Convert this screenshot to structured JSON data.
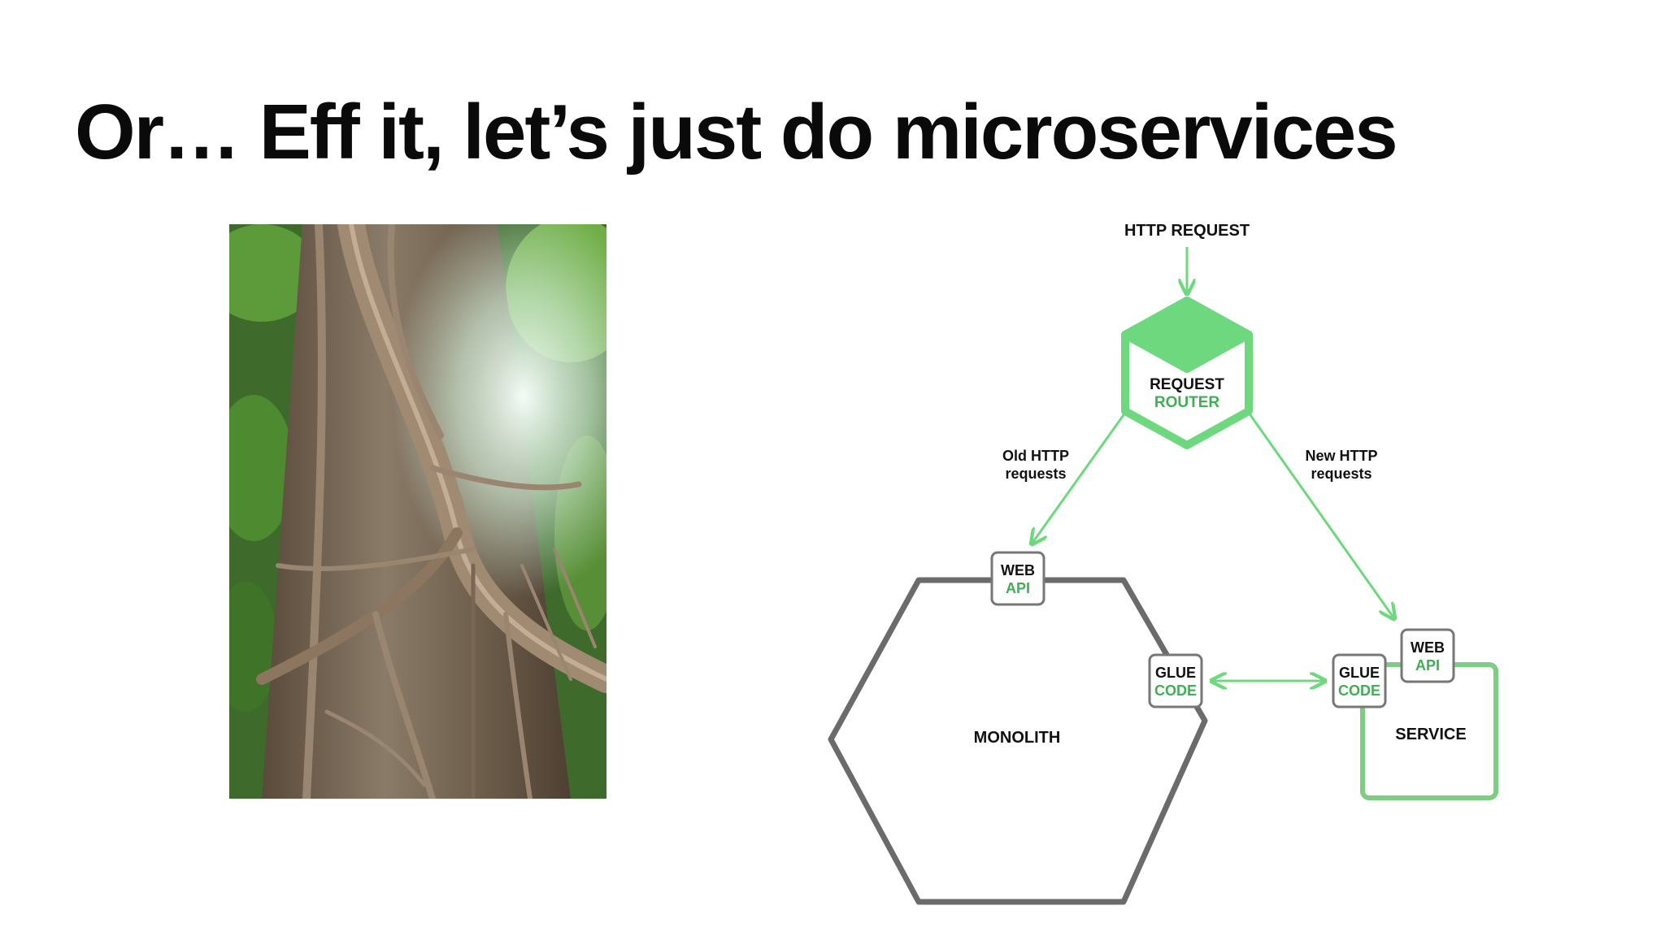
{
  "slide": {
    "title": "Or… Eff it, let’s just do microservices"
  },
  "photo": {
    "subject": "strangler fig tree with roots wrapping a host trunk in a rainforest"
  },
  "diagram": {
    "http_request": "HTTP REQUEST",
    "router": {
      "line1": "REQUEST",
      "line2": "ROUTER"
    },
    "old_requests": {
      "line1": "Old HTTP",
      "line2": "requests"
    },
    "new_requests": {
      "line1": "New HTTP",
      "line2": "requests"
    },
    "monolith": {
      "label": "MONOLITH",
      "web_api": {
        "line1": "WEB",
        "line2": "API"
      },
      "glue_code": {
        "line1": "GLUE",
        "line2": "CODE"
      }
    },
    "service": {
      "label": "SERVICE",
      "web_api": {
        "line1": "WEB",
        "line2": "API"
      },
      "glue_code": {
        "line1": "GLUE",
        "line2": "CODE"
      }
    },
    "colors": {
      "green": "#6ed87e",
      "green_text": "#3fae55",
      "service_border": "#7ccf82",
      "gray": "#6b6b6b",
      "badge_border": "#777777",
      "text": "#111111"
    }
  }
}
